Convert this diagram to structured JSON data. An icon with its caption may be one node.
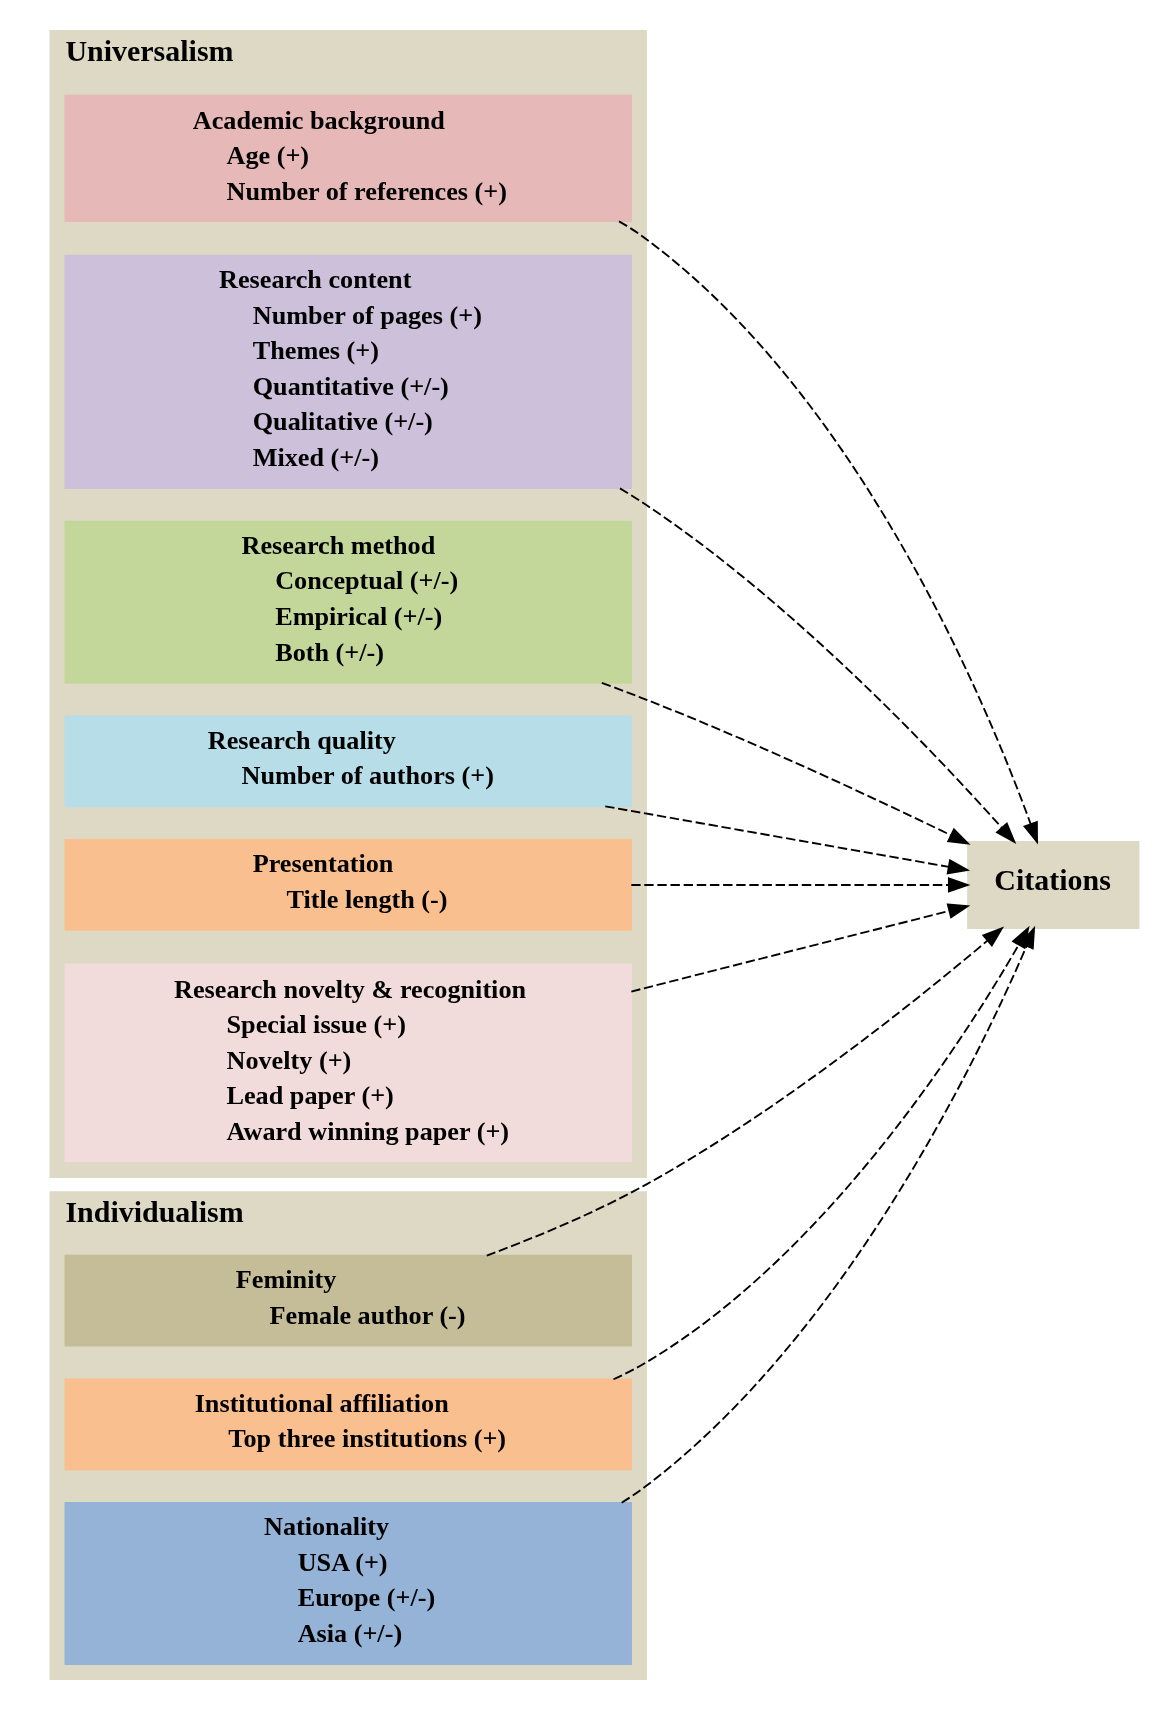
{
  "diagram": {
    "nodes": [
      {
        "text": [
          "Universalism"
        ]
      },
      {
        "text": [
          "Academic background",
          "Age (+)",
          "Number of references (+)"
        ],
        "in": 0
      },
      {
        "text": [
          "Research content",
          "Number of pages (+)",
          "Themes (+)",
          "Quantitative (+/-)",
          "Qualitative (+/-)",
          "Mixed (+/-)"
        ],
        "in": 0
      },
      {
        "text": [
          "Research method",
          "Conceptual (+/-)",
          "Empirical (+/-)",
          "Both (+/-)"
        ],
        "in": 0
      },
      {
        "text": [
          "Research quality",
          "Number of authors (+)"
        ],
        "in": 0
      },
      {
        "text": [
          "Presentation",
          "Title length (-)"
        ],
        "in": 0
      },
      {
        "text": [
          "Research novelty & recognition",
          "Special issue (+)",
          "Novelty (+)",
          "Lead paper (+)",
          "Award winning paper (+)"
        ],
        "in": 0
      },
      {
        "text": [
          "Individualism"
        ]
      },
      {
        "text": [
          "Feminity",
          "Female author (-)"
        ],
        "in": 7
      },
      {
        "text": [
          "Institutional affiliation",
          "Top three institutions (+)"
        ],
        "in": 7
      },
      {
        "text": [
          "Nationality",
          "USA (+)",
          "Europe (+/-)",
          "Asia (+/-)"
        ],
        "in": 7
      },
      {
        "text": [
          "Citations"
        ]
      }
    ],
    "edges": [
      {
        "from": 1,
        "to": 11,
        "arrow": "to",
        "style": "dashed"
      },
      {
        "from": 2,
        "to": 11,
        "arrow": "to",
        "style": "dashed"
      },
      {
        "from": 3,
        "to": 11,
        "arrow": "to",
        "style": "dashed"
      },
      {
        "from": 4,
        "to": 11,
        "arrow": "to",
        "style": "dashed"
      },
      {
        "from": 5,
        "to": 11,
        "arrow": "to",
        "style": "dashed"
      },
      {
        "from": 6,
        "to": 11,
        "arrow": "to",
        "style": "dashed"
      },
      {
        "from": 8,
        "to": 11,
        "arrow": "to",
        "style": "dashed"
      },
      {
        "from": 9,
        "to": 11,
        "arrow": "to",
        "style": "dashed"
      },
      {
        "from": 10,
        "to": 11,
        "arrow": "to",
        "style": "dashed"
      }
    ]
  }
}
